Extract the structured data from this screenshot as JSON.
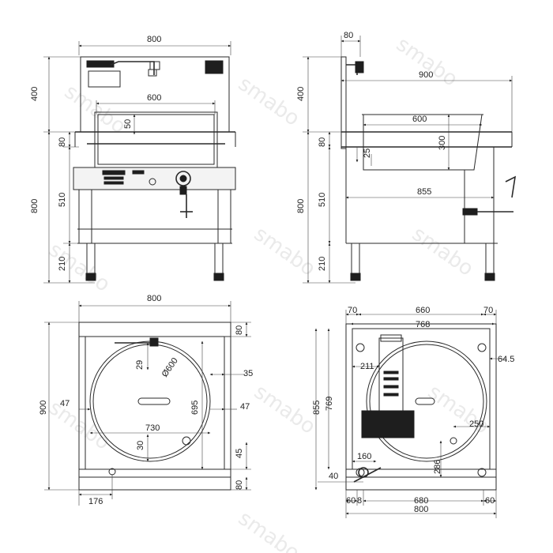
{
  "watermark": "smabo",
  "front_view": {
    "overall_width": "800",
    "backsplash_height": "400",
    "pan_width": "600",
    "pan_rim": "50",
    "top_height": "80",
    "total_height": "800",
    "body_height": "510",
    "leg_height": "210"
  },
  "side_view": {
    "faucet_offset": "80",
    "overall_depth": "900",
    "backsplash_height": "400",
    "pan_width": "600",
    "pan_depth": "300",
    "top_height": "80",
    "total_height": "800",
    "inner_offset": "25",
    "body_height": "510",
    "body_depth": "855",
    "leg_height": "210"
  },
  "top_view": {
    "overall_width": "800",
    "overall_depth": "900",
    "back_margin": "80",
    "faucet_offset": "29",
    "pan_diameter": "Ø600",
    "right_gap": "35",
    "left_gap": "47",
    "right_gap_2": "47",
    "inner_depth": "695",
    "inner_width": "730",
    "drain_offset": "30",
    "front_gap": "45",
    "front_margin": "80",
    "drain_position": "176"
  },
  "plan_view": {
    "margin_left": "70",
    "inner_width": "660",
    "margin_right": "70",
    "inner_width_2": "768",
    "side_offset": "64.5",
    "inner_offset": "211",
    "inner_depth": "769",
    "overall_depth": "855",
    "outlet_offset": "250",
    "outlet_depth": "286",
    "drain_offset": "160",
    "corner_offset": "40",
    "base_left": "60",
    "base_gap": "8",
    "base_width": "680",
    "base_right": "60",
    "overall_width": "800"
  }
}
